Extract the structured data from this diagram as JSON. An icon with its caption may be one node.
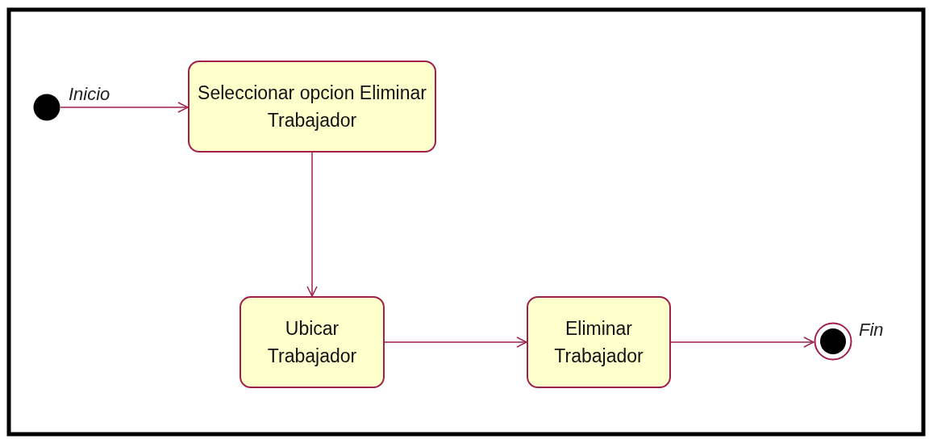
{
  "diagram": {
    "nodes": [
      {
        "text": [],
        "shape": "circle",
        "beside": [
          "Inicio"
        ]
      },
      {
        "text": [
          "Seleccionar opcion Eliminar Trabajador"
        ]
      },
      {
        "text": [
          "Ubicar Trabajador"
        ]
      },
      {
        "text": [
          "Eliminar Trabajador"
        ]
      },
      {
        "text": [],
        "shape": "circle",
        "beside": [
          "Fin"
        ]
      }
    ],
    "edges": [
      {
        "from": 0,
        "to": 1,
        "arrow": "to"
      },
      {
        "from": 1,
        "to": 2,
        "arrow": "to"
      },
      {
        "from": 2,
        "to": 3,
        "arrow": "to"
      },
      {
        "from": 3,
        "to": 4,
        "arrow": "to"
      }
    ]
  }
}
